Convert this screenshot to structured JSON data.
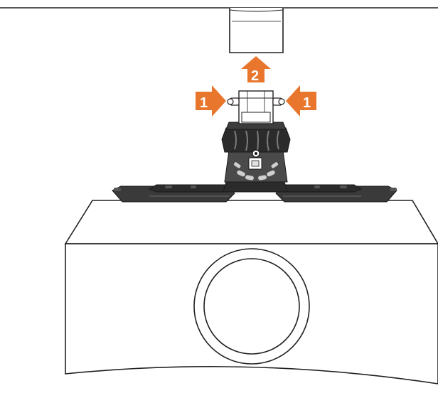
{
  "diagram": {
    "steps": [
      {
        "number": "1",
        "action": "press-left"
      },
      {
        "number": "1",
        "action": "press-right"
      },
      {
        "number": "2",
        "action": "lift-up"
      }
    ],
    "colors": {
      "arrow": "#e8762c",
      "line": "#231f20",
      "fill": "#ffffff",
      "mount_dark": "#2b2b2b",
      "mount_mid": "#4a4a4a"
    }
  }
}
